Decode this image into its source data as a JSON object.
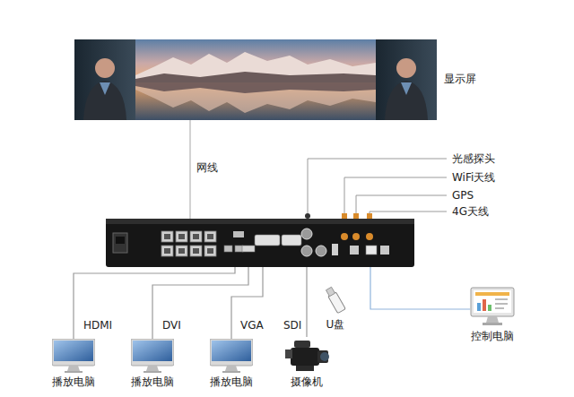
{
  "diagram": {
    "nodes": [
      {
        "text": [
          "显示屏"
        ]
      },
      {
        "text": []
      },
      {
        "text": [
          "播放电脑"
        ]
      },
      {
        "text": [
          "播放电脑"
        ]
      },
      {
        "text": [
          "播放电脑"
        ]
      },
      {
        "text": [
          "摄像机"
        ]
      },
      {
        "text": [
          "U盘"
        ]
      },
      {
        "text": [
          "控制电脑"
        ]
      }
    ],
    "edges": [
      {
        "from": 0,
        "to": 1,
        "label": "网线",
        "arrow": "none"
      },
      {
        "from": 1,
        "to": 2,
        "label": "HDMI",
        "arrow": "none"
      },
      {
        "from": 1,
        "to": 3,
        "label": "DVI",
        "arrow": "none"
      },
      {
        "from": 1,
        "to": 4,
        "label": "VGA",
        "arrow": "none"
      },
      {
        "from": 1,
        "to": 5,
        "label": "SDI",
        "arrow": "none"
      },
      {
        "from": 1,
        "to": 7,
        "arrow": "none"
      }
    ],
    "labels": [
      "光感探头",
      "WiFi天线",
      "GPS",
      "4G天线"
    ]
  }
}
